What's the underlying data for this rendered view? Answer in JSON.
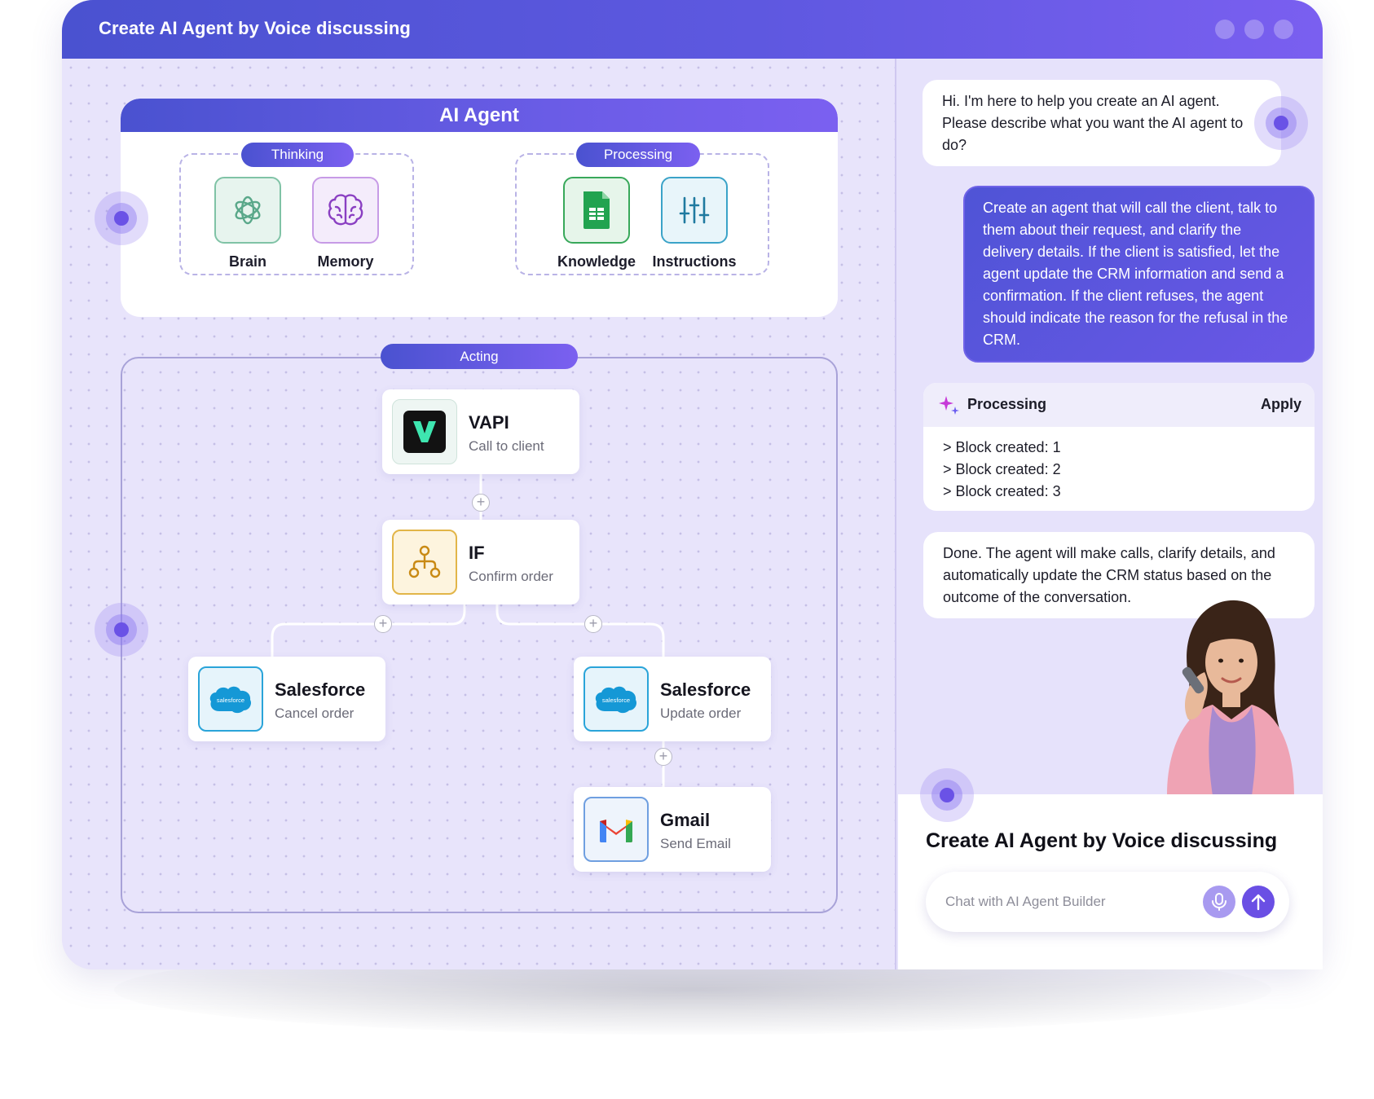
{
  "window": {
    "title": "Create AI Agent by Voice discussing"
  },
  "agent": {
    "title": "AI Agent",
    "thinking": {
      "label": "Thinking",
      "tools": [
        "Brain",
        "Memory"
      ]
    },
    "processing": {
      "label": "Processing",
      "tools": [
        "Knowledge",
        "Instructions"
      ]
    }
  },
  "acting": {
    "label": "Acting",
    "nodes": [
      {
        "name": "VAPI",
        "sub": "Call to client"
      },
      {
        "name": "IF",
        "sub": "Confirm order"
      },
      {
        "name": "Salesforce",
        "sub": "Cancel order"
      },
      {
        "name": "Salesforce",
        "sub": "Update order"
      },
      {
        "name": "Gmail",
        "sub": "Send Email"
      }
    ]
  },
  "chat": {
    "assistant_greeting": "Hi. I'm here to help you create an AI agent. Please describe what you want the AI agent to do?",
    "user_message": "Create an agent that will call the client, talk to them about their request, and clarify the delivery details. If the client is satisfied, let the agent update the CRM information and send a confirmation. If the client refuses, the agent should indicate the reason for the refusal in the CRM.",
    "processing": {
      "title": "Processing",
      "apply_label": "Apply",
      "lines": [
        "> Block created: 1",
        "> Block created: 2",
        "> Block created: 3"
      ]
    },
    "done_message": "Done. The agent will make calls, clarify details, and automatically update the CRM status based on the outcome of the conversation."
  },
  "composer": {
    "heading": "Create AI Agent by Voice discussing",
    "placeholder": "Chat with AI Agent Builder"
  },
  "colors": {
    "accent": "#5a56dc",
    "accent_light": "#7b60f0",
    "canvas": "#e8e4fb"
  }
}
